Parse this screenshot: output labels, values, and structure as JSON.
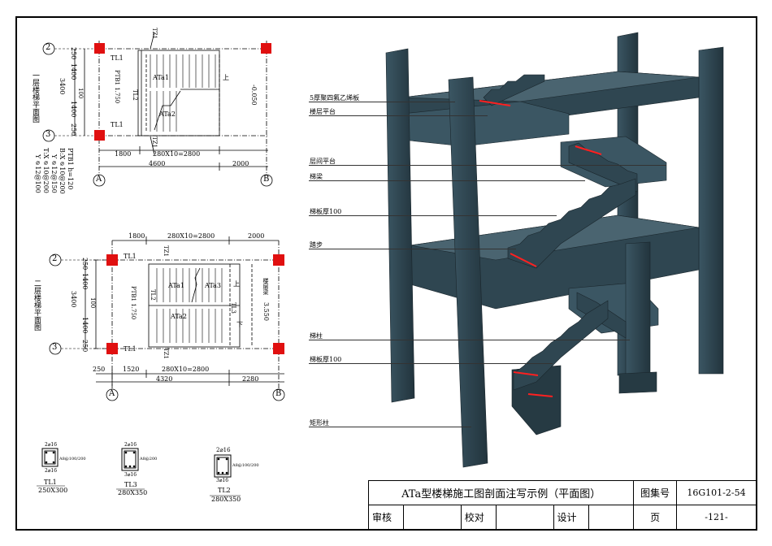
{
  "plan_upper": {
    "title": "一层楼梯平面图",
    "axis_a": "A",
    "axis_b": "B",
    "axis_2": "2",
    "axis_3": "3",
    "dim_top_left": "1800",
    "dim_top_mid": "280X10=2800",
    "dim_bottom_total": "4600",
    "dim_bottom_right": "2000",
    "dim_left_250_top": "250",
    "dim_left_1400_a": "1400",
    "dim_left_100": "100",
    "dim_left_1400_b": "1400",
    "dim_left_250_bot": "250",
    "dim_left_total": "3400",
    "label_tl1_top": "TL1",
    "label_tl1_bot": "TL1",
    "label_tz1_top": "TZ1",
    "label_tz1_bot": "TZ1",
    "label_ata1": "ATa1",
    "label_ata2": "ATa2",
    "label_tl2": "TL2",
    "label_ptb1": "PTB1 1.750",
    "label_up": "上",
    "label_level": "-0.050",
    "note_line1": "PTB1 h=120",
    "note_line2": "B:X⌀10@200",
    "note_line3": "Y⌀12@150",
    "note_line4": "T:X⌀10@200",
    "note_line5": "Y⌀12@100"
  },
  "plan_lower": {
    "title": "二层楼梯平面图",
    "axis_a": "A",
    "axis_b": "B",
    "axis_2": "2",
    "axis_3": "3",
    "dim_top_left": "1800",
    "dim_top_mid": "280X10=2800",
    "dim_top_right": "2000",
    "dim_bottom_250": "250",
    "dim_bottom_1520": "1520",
    "dim_bottom_mid": "280X10=2800",
    "dim_bottom_total": "4320",
    "dim_bottom_right": "2280",
    "dim_left_250_top": "250",
    "dim_left_1400_a": "1400",
    "dim_left_100": "100",
    "dim_left_1400_b": "1400",
    "dim_left_250_bot": "250",
    "dim_left_total": "3400",
    "label_tl1_top": "TL1",
    "label_tl1_bot": "TL1",
    "label_tz1_top": "TZ1",
    "label_tz1_bot": "TZ1",
    "label_ata1": "ATa1",
    "label_ata2": "ATa2",
    "label_ata3": "ATa3",
    "label_tl2": "TL2",
    "label_tl3": "TL3",
    "label_ptb1": "PTB1 1.750",
    "label_up": "上",
    "label_down": "下",
    "label_level": "3.550",
    "label_floor": "楼层梁"
  },
  "sections": [
    {
      "name": "TL1",
      "size": "250X300",
      "top": "2⌀16",
      "bottom": "2⌀16",
      "stirrup": "A8@100/200"
    },
    {
      "name": "TL3",
      "size": "280X350",
      "top": "2⌀16",
      "bottom": "3⌀16",
      "stirrup": "A8@200"
    },
    {
      "name": "TL2",
      "size": "280X350",
      "top": "2⌀16",
      "bottom": "3⌀16",
      "stirrup": "A8@100/200"
    }
  ],
  "model_labels": {
    "ptfe": "5厚聚四氟乙烯板",
    "floor_platform": "楼层平台",
    "mid_platform": "层间平台",
    "stair_beam": "梯梁",
    "slab_100_a": "梯板厚100",
    "tread": "踏步",
    "stair_column": "梯柱",
    "slab_100_b": "梯板厚100",
    "rect_column": "矩形柱"
  },
  "colors": {
    "concrete": "#2f4651",
    "concrete_light": "#4a6470",
    "column_red": "#e01010",
    "accent_red": "#ff2020"
  },
  "title_block": {
    "title": "ATa型楼梯施工图剖面注写示例（平面图）",
    "atlas_label": "图集号",
    "atlas_no": "16G101-2-54",
    "review": "审核",
    "check": "校对",
    "design": "设计",
    "page_label": "页",
    "page_no": "-121-"
  }
}
